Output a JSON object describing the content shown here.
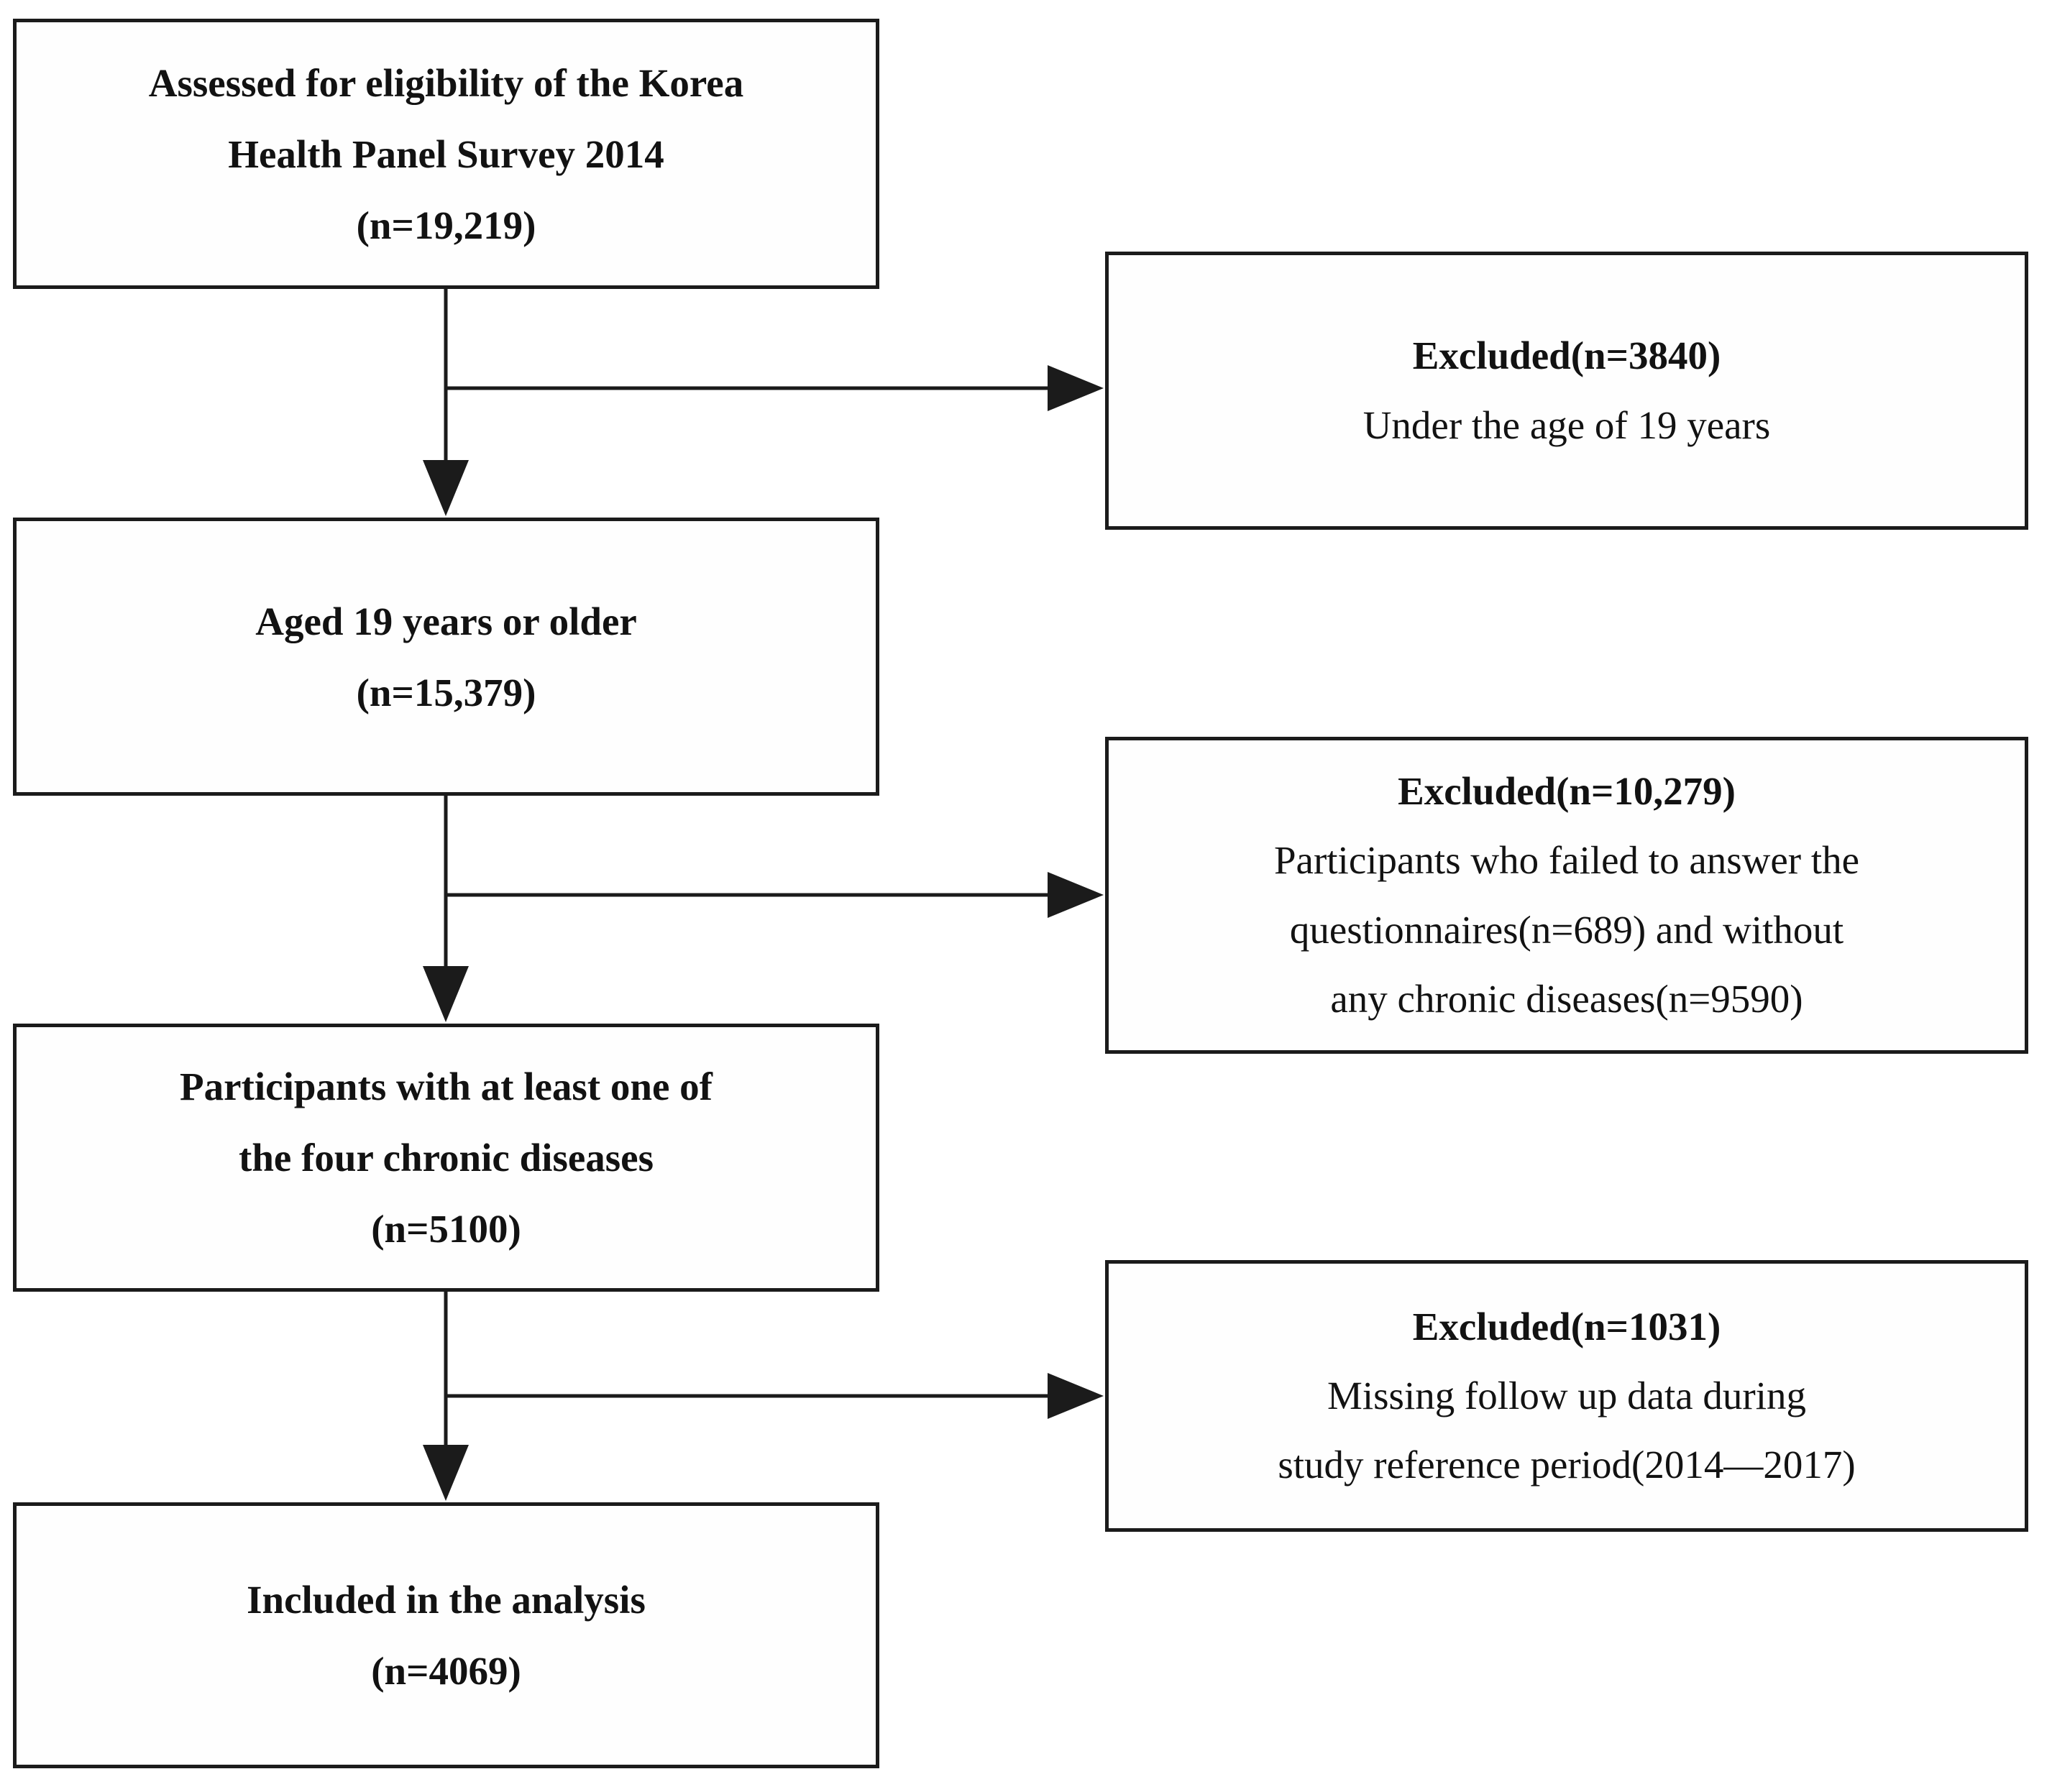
{
  "diagram": {
    "background": "#ffffff",
    "line_color": "#1b1b1b",
    "main_boxes": [
      {
        "lines": [
          "Assessed for eligibility of the Korea",
          "Health Panel Survey 2014",
          "(n=19,219)"
        ]
      },
      {
        "lines": [
          "Aged 19 years or older",
          "(n=15,379)"
        ]
      },
      {
        "lines": [
          "Participants with at least one of",
          "the four chronic diseases",
          "(n=5100)"
        ]
      },
      {
        "lines": [
          "Included in the analysis",
          "(n=4069)"
        ]
      }
    ],
    "excluded_boxes": [
      {
        "title": "Excluded(n=3840)",
        "lines": [
          "Under the age of 19 years"
        ]
      },
      {
        "title": "Excluded(n=10,279)",
        "lines": [
          "Participants who failed to answer the",
          "questionnaires(n=689) and without",
          "any chronic diseases(n=9590)"
        ]
      },
      {
        "title": "Excluded(n=1031)",
        "lines": [
          "Missing follow up data during",
          "study reference period(2014—2017)"
        ]
      }
    ]
  }
}
